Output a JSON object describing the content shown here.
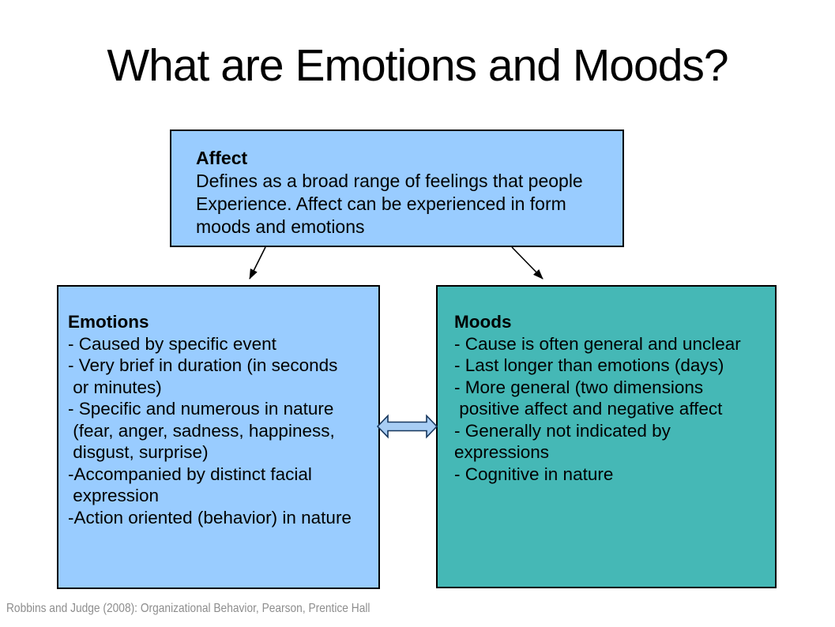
{
  "slide": {
    "title": "What are Emotions and Moods?",
    "footer": "Robbins and Judge (2008): Organizational Behavior, Pearson, Prentice Hall"
  },
  "affect_box": {
    "heading": "Affect",
    "lines": [
      "Defines as a broad range of feelings that people",
      "Experience. Affect can be experienced in form",
      "moods and emotions"
    ]
  },
  "emotions_box": {
    "heading": "Emotions",
    "lines": [
      "- Caused by specific event",
      "- Very brief in duration (in seconds",
      " or minutes)",
      "- Specific and numerous in nature",
      " (fear, anger, sadness, happiness,",
      " disgust, surprise)",
      "-Accompanied by distinct facial",
      " expression",
      "-Action oriented (behavior) in nature"
    ]
  },
  "moods_box": {
    "heading": "Moods",
    "lines": [
      "- Cause is often general and unclear",
      "- Last longer than emotions (days)",
      "- More general (two dimensions",
      " positive affect and negative affect",
      "- Generally not indicated by",
      "expressions",
      "- Cognitive in nature"
    ]
  },
  "arrows": {
    "top_to_emotions": "down-left-line-arrow",
    "top_to_moods": "down-right-line-arrow",
    "between_boxes": "double-headed-block-arrow"
  },
  "colors": {
    "affect_box_fill": "#99CCFF",
    "emotions_box_fill": "#99CCFF",
    "moods_box_fill": "#45B8B6",
    "box_border": "#000000",
    "double_arrow_fill": "#A8CDF4",
    "double_arrow_stroke": "#17375D",
    "connector_arrow": "#000000",
    "title_text": "#000000",
    "footer_text": "#8D8D8D"
  }
}
